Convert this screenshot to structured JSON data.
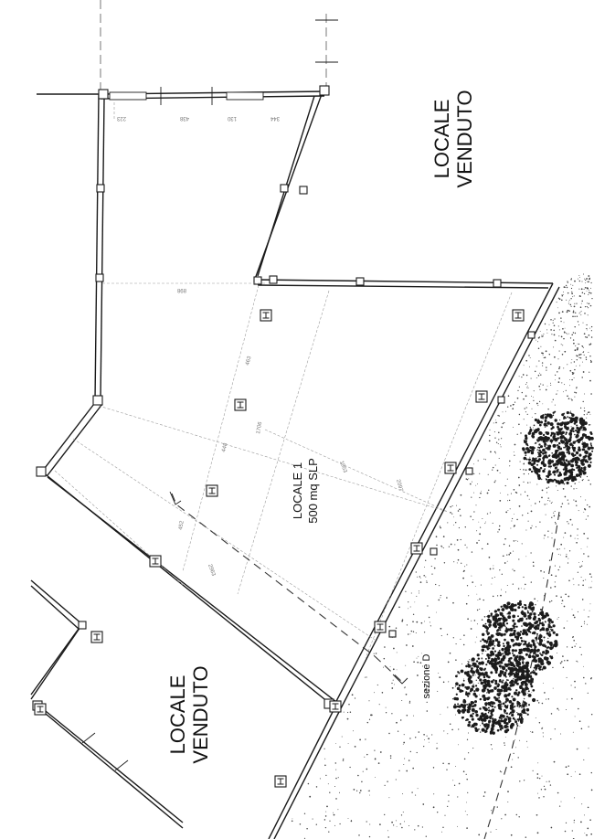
{
  "labels": {
    "locale_venduto_top_line1": "LOCALE",
    "locale_venduto_top_line2": "VENDUTO",
    "locale_venduto_bottom_line1": "LOCALE",
    "locale_venduto_bottom_line2": "VENDUTO",
    "locale1_name": "LOCALE 1",
    "locale1_area": "500 mq SLP",
    "section_label": "sezione D"
  },
  "dimensions": {
    "top_1": "223",
    "top_2": "438",
    "top_3": "130",
    "top_4": "344",
    "mid_span": "898",
    "inner_1": "463",
    "inner_2": "448",
    "inner_3": "1706",
    "inner_4": "1953",
    "inner_5": "2097",
    "inner_6": "452",
    "inner_7": "2963"
  },
  "icons": {
    "hydrant_marker": "H-box"
  }
}
